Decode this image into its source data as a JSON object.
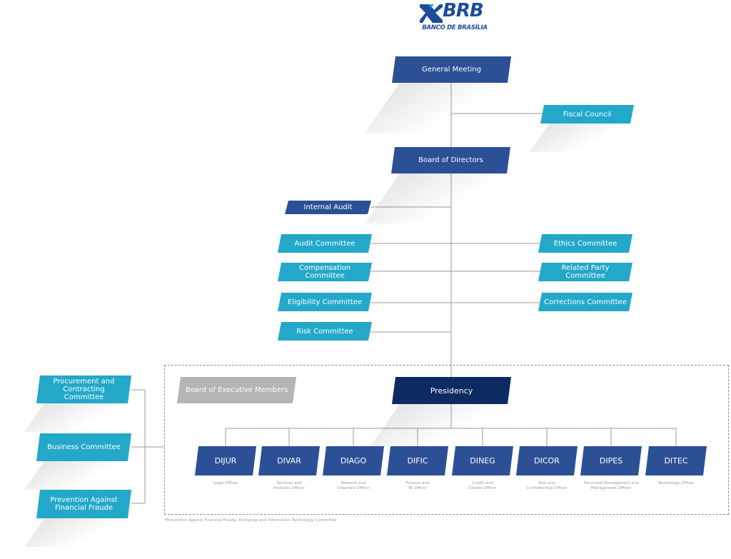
{
  "logo": {
    "name": "BRB",
    "subtitle": "BANCO DE BRASÍLIA"
  },
  "nodes": {
    "general_meeting": "General Meeting",
    "fiscal_council": "Fiscal Council",
    "board_of_directors": "Board of Directors",
    "internal_audit": "Internal Audit",
    "audit_committee": "Audit Committee",
    "ethics_committee": "Ethics Committee",
    "compensation_committee": "Compensation\nCommittee",
    "related_party_committee": "Related Party\nCommittee",
    "eligibility_committee": "Eligibility Committee",
    "corrections_committee": "Corrections Committee",
    "risk_committee": "Risk Committee",
    "board_of_executive_members": "Board of Executive Members",
    "presidency": "Presidency",
    "procurement_committee": "Procurement and\nContracting Committee",
    "business_committee": "Business Committee",
    "prevention_committee": "Prevention Against\nFinancial Fraude"
  },
  "directorates": [
    {
      "code": "DIJUR",
      "desc": "Legal Officer"
    },
    {
      "code": "DIVAR",
      "desc": "Services and\nProducts Officer"
    },
    {
      "code": "DIAGO",
      "desc": "Network and\nChannels Officer"
    },
    {
      "code": "DIFIC",
      "desc": "Finance and\nIR Officer"
    },
    {
      "code": "DINEG",
      "desc": "Credit and\nClients Officer"
    },
    {
      "code": "DICOR",
      "desc": "Risk and\nControlership Officer"
    },
    {
      "code": "DIPES",
      "desc": "Personnel Management and\nManagement Officer"
    },
    {
      "code": "DITEC",
      "desc": "Technology Officer"
    }
  ],
  "footnote": "*Prevention Against Financial Fraude, Exchange and Information Technology Committee",
  "colors": {
    "navy": "#2c5096",
    "dark_navy": "#0e2a63",
    "cyan": "#23a8c9",
    "grey": "#b5b5b5",
    "line": "#9a9a9a"
  }
}
